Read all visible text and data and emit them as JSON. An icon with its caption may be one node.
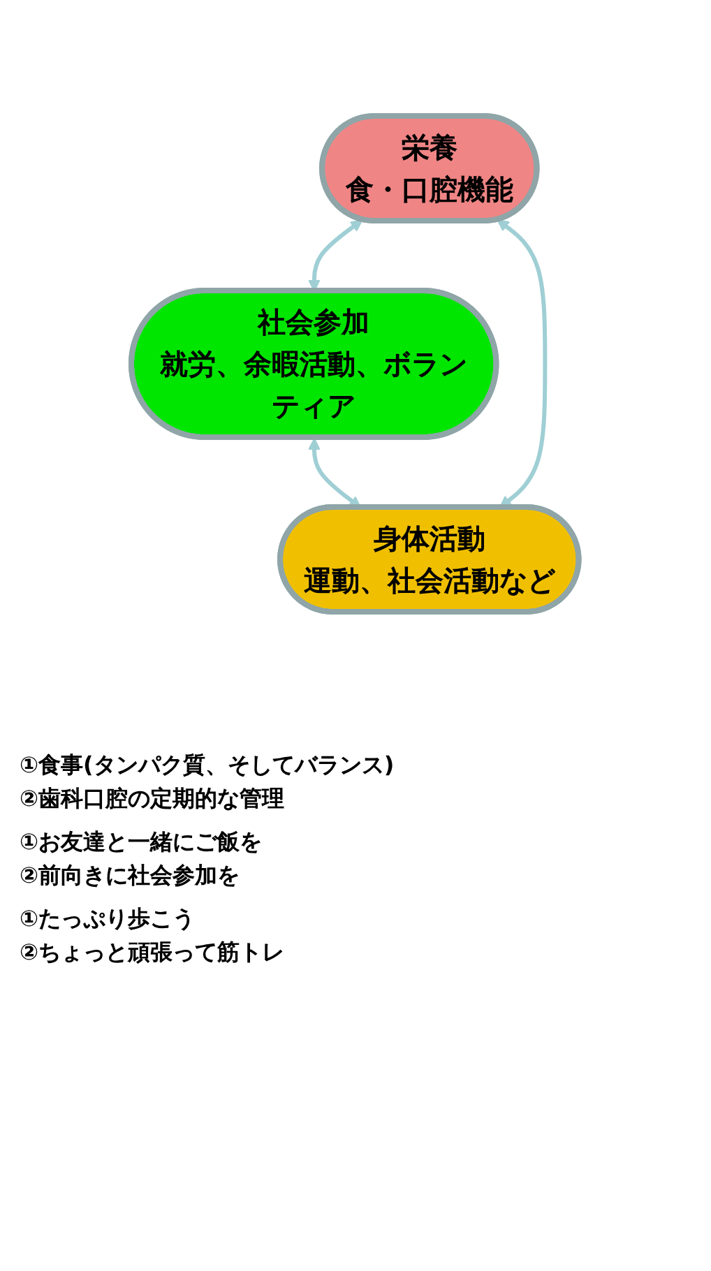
{
  "diagram": {
    "nodes": [
      {
        "text": [
          "栄養",
          "食・口腔機能"
        ],
        "beside": [
          "①食事(タンパク質、そしてバランス)",
          "②歯科口腔の定期的な管理"
        ]
      },
      {
        "text": [
          "社会参加",
          "就労、余暇活動、ボランティア"
        ],
        "beside": [
          "①お友達と一緒にご飯を",
          "②前向きに社会参加を"
        ]
      },
      {
        "text": [
          "身体活動",
          "運動、社会活動など"
        ],
        "beside": [
          "①たっぷり歩こう",
          "②ちょっと頑張って筋トレ"
        ]
      }
    ],
    "edges": [
      {
        "from": 0,
        "to": 1,
        "arrow": "both"
      },
      {
        "from": 1,
        "to": 2,
        "arrow": "both"
      },
      {
        "from": 2,
        "to": 0,
        "arrow": "both"
      }
    ]
  }
}
